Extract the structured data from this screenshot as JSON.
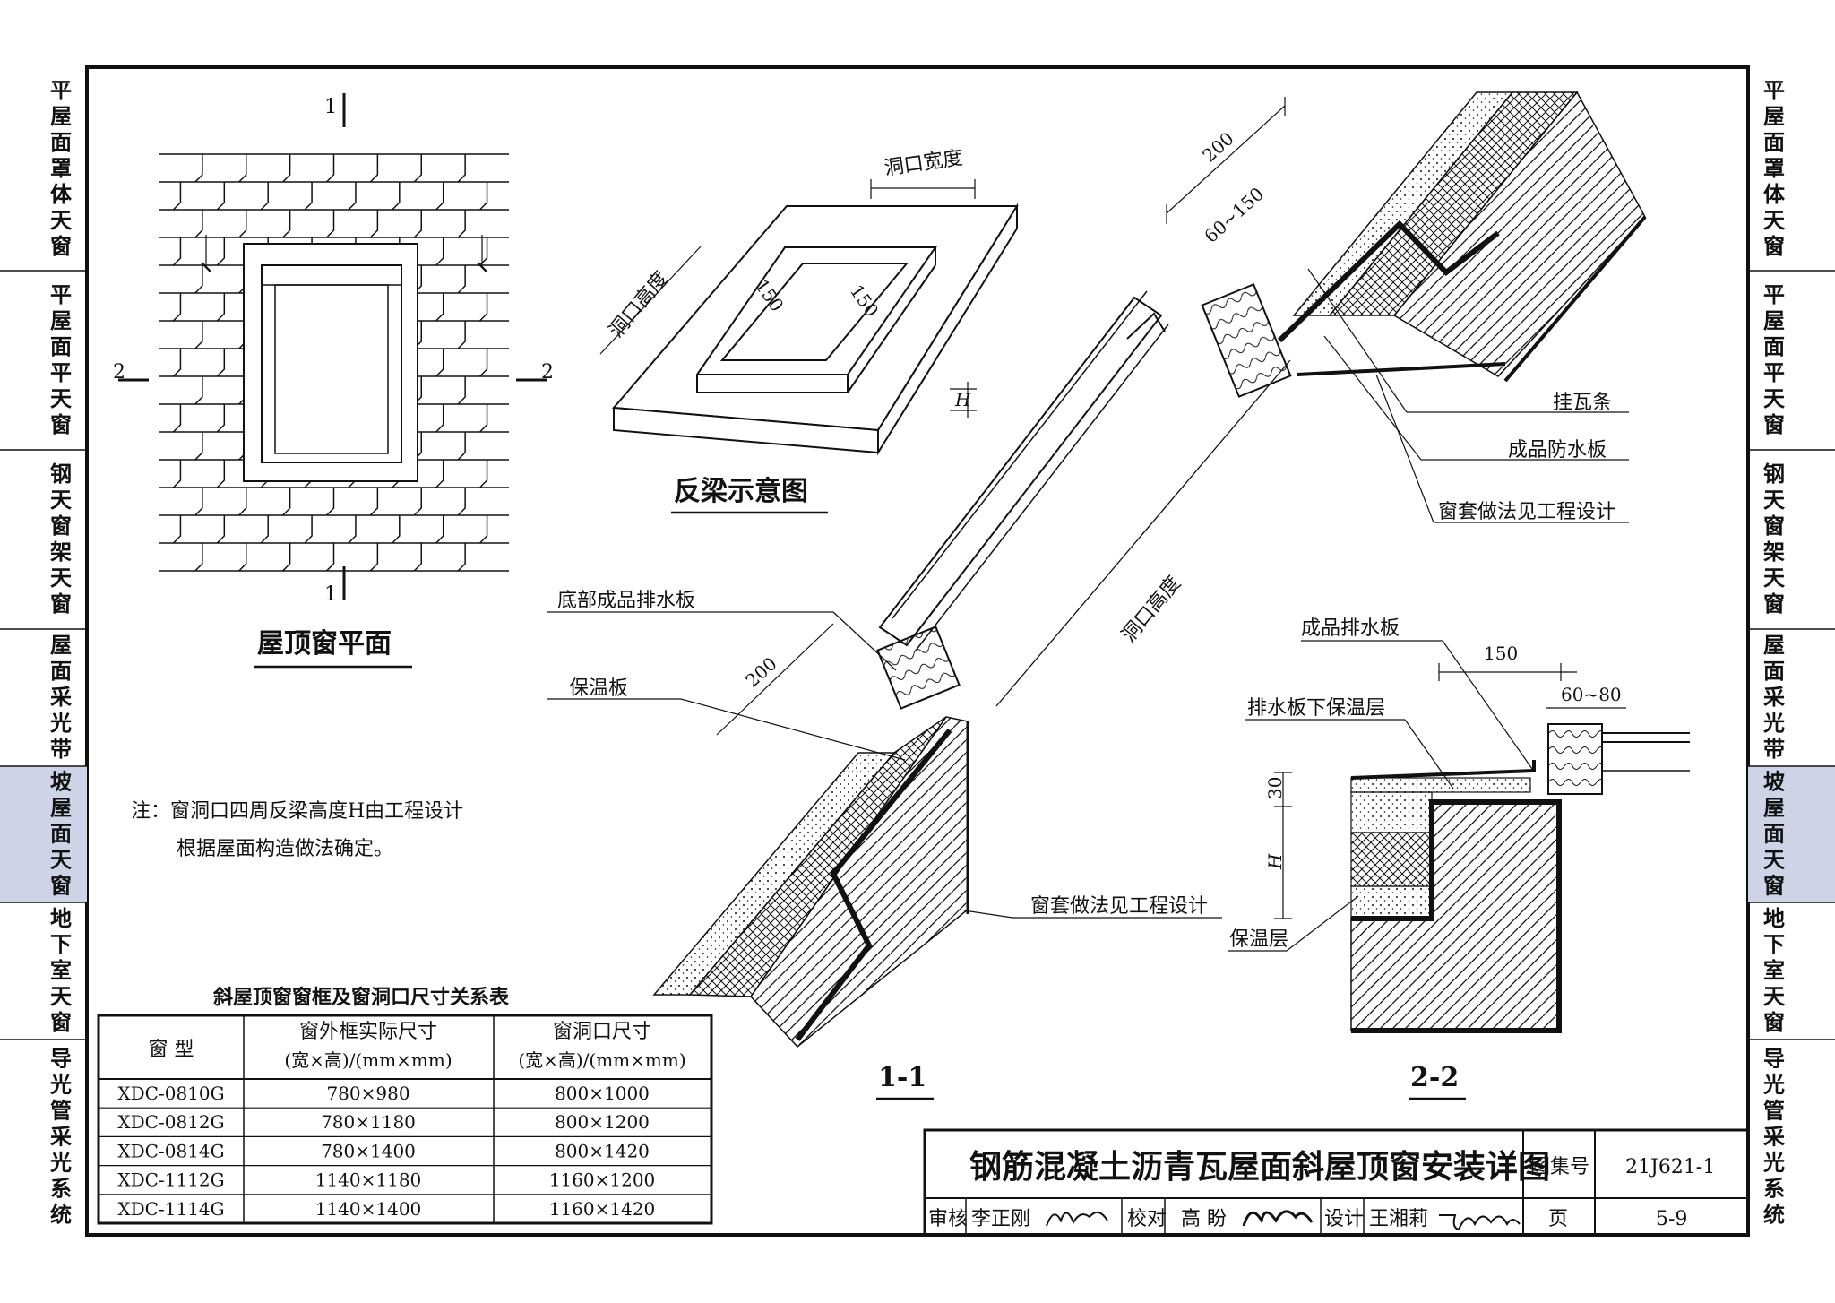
{
  "side_tabs": [
    {
      "label": "平屋面罩体天窗",
      "active": false
    },
    {
      "label": "平屋面平天窗",
      "active": false
    },
    {
      "label": "钢天窗架天窗",
      "active": false
    },
    {
      "label": "屋面采光带",
      "active": false
    },
    {
      "label": "坡屋面天窗",
      "active": true
    },
    {
      "label": "地下室天窗",
      "active": false
    },
    {
      "label": "导光管采光系统",
      "active": false
    }
  ],
  "plan": {
    "title": "屋顶窗平面",
    "cut1_top": "1",
    "cut1_bottom": "1",
    "cut2_left": "2",
    "cut2_right": "2"
  },
  "beam": {
    "title": "反梁示意图",
    "opening_width": "洞口宽度",
    "opening_height": "洞口高度",
    "dim_150_a": "150",
    "dim_150_b": "150",
    "dim_h": "H"
  },
  "note": {
    "line1": "注：窗洞口四周反梁高度H由工程设计",
    "line2": "根据屋面构造做法确定。"
  },
  "section1": {
    "title": "1-1",
    "dim_200_top": "200",
    "dim_60_150": "60~150",
    "dim_200_bottom": "200",
    "opening_height": "洞口高度",
    "callouts": [
      "挂瓦条",
      "成品防水板",
      "窗套做法见工程设计",
      "底部成品排水板",
      "保温板",
      "窗套做法见工程设计"
    ]
  },
  "section2": {
    "title": "2-2",
    "dim_150": "150",
    "dim_60_80": "60~80",
    "dim_30": "30",
    "dim_h": "H",
    "callouts": [
      "成品排水板",
      "排水板下保温层",
      "保温层"
    ]
  },
  "size_table": {
    "title": "斜屋顶窗窗框及窗洞口尺寸关系表",
    "headers": [
      {
        "l1": "窗  型",
        "l2": ""
      },
      {
        "l1": "窗外框实际尺寸",
        "l2": "(宽×高)/(mm×mm)"
      },
      {
        "l1": "窗洞口尺寸",
        "l2": "(宽×高)/(mm×mm)"
      }
    ],
    "rows": [
      [
        "XDC-0810G",
        "780×980",
        "800×1000"
      ],
      [
        "XDC-0812G",
        "780×1180",
        "800×1200"
      ],
      [
        "XDC-0814G",
        "780×1400",
        "800×1420"
      ],
      [
        "XDC-1112G",
        "1140×1180",
        "1160×1200"
      ],
      [
        "XDC-1114G",
        "1140×1400",
        "1160×1420"
      ]
    ]
  },
  "title_block": {
    "drawing_title": "钢筋混凝土沥青瓦屋面斜屋顶窗安装详图",
    "atlas_label": "图集号",
    "atlas_no": "21J621-1",
    "review_label": "审核",
    "reviewer": "李正刚",
    "check_label": "校对",
    "checker": "高 盼",
    "design_label": "设计",
    "designer": "王湘莉",
    "page_label": "页",
    "page_no": "5-9"
  },
  "colors": {
    "active_tab": "#cfd3e8",
    "ink": "#111111",
    "paper": "#ffffff"
  }
}
